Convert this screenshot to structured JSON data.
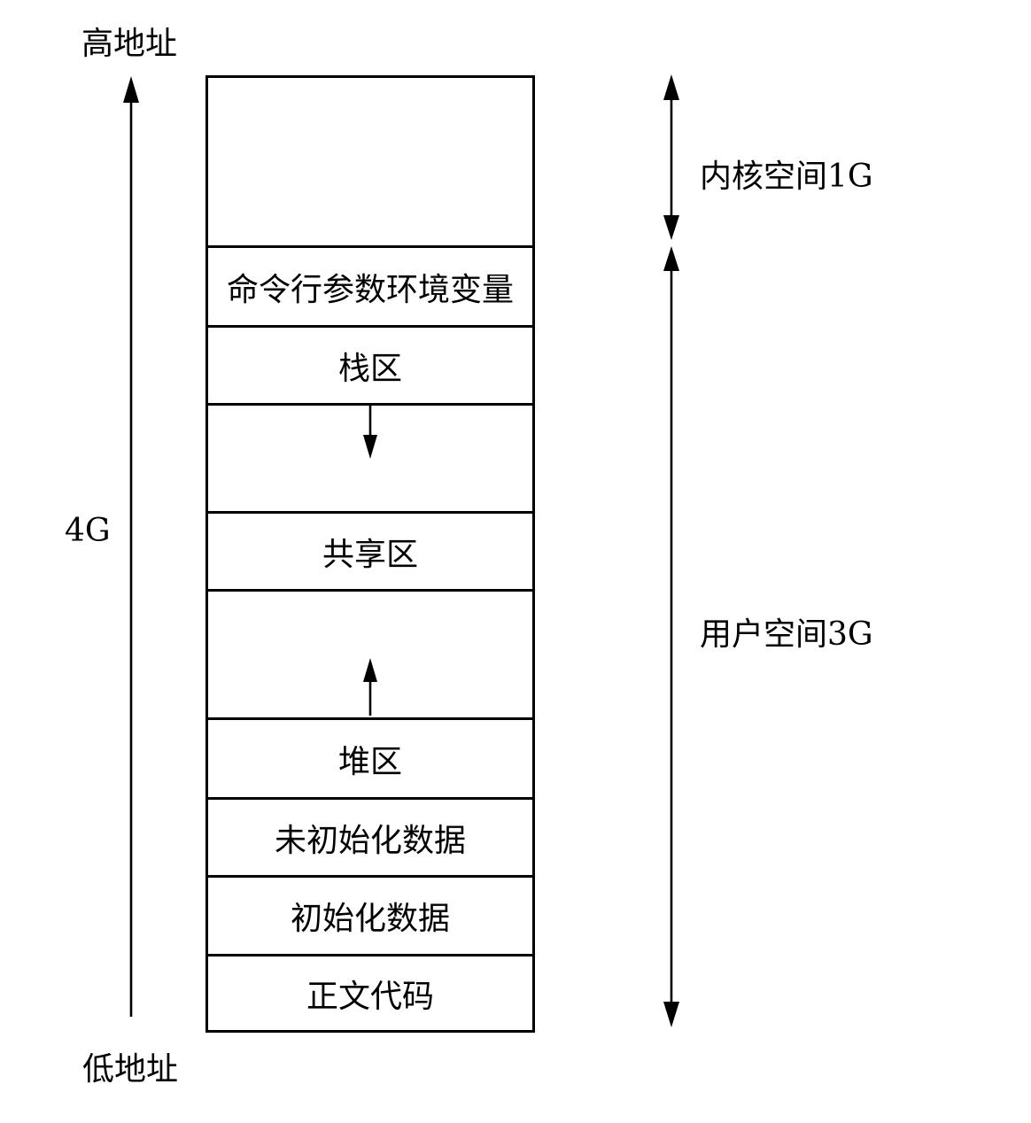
{
  "diagram": {
    "type": "memory-layout",
    "labels": {
      "high_address": "高地址",
      "low_address": "低地址",
      "total_size": "4G",
      "kernel_space": "内核空间1G",
      "user_space": "用户空间3G"
    },
    "memory_regions": [
      {
        "name": "kernel-space",
        "label": "",
        "arrow": ""
      },
      {
        "name": "cmdline-env",
        "label": "命令行参数环境变量",
        "arrow": ""
      },
      {
        "name": "stack",
        "label": "栈区",
        "arrow": ""
      },
      {
        "name": "stack-growth-gap",
        "label": "",
        "arrow": "down"
      },
      {
        "name": "shared-area",
        "label": "共享区",
        "arrow": ""
      },
      {
        "name": "heap-growth-gap",
        "label": "",
        "arrow": "up"
      },
      {
        "name": "heap",
        "label": "堆区",
        "arrow": ""
      },
      {
        "name": "uninitialized-data",
        "label": "未初始化数据",
        "arrow": ""
      },
      {
        "name": "initialized-data",
        "label": "初始化数据",
        "arrow": ""
      },
      {
        "name": "text-code",
        "label": "正文代码",
        "arrow": ""
      }
    ],
    "colors": {
      "line": "#000000",
      "background": "#ffffff"
    }
  }
}
